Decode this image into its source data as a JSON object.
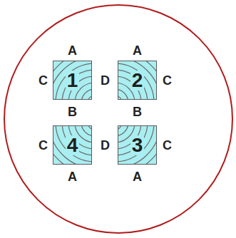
{
  "diagram": {
    "nodes": [
      {
        "text": [
          "1"
        ]
      },
      {
        "text": [
          "2"
        ]
      },
      {
        "text": [
          "4"
        ]
      },
      {
        "text": [
          "3"
        ]
      }
    ],
    "labels": [
      "A",
      "A",
      "C",
      "D",
      "C",
      "B",
      "B",
      "C",
      "D",
      "C",
      "A",
      "A"
    ]
  }
}
